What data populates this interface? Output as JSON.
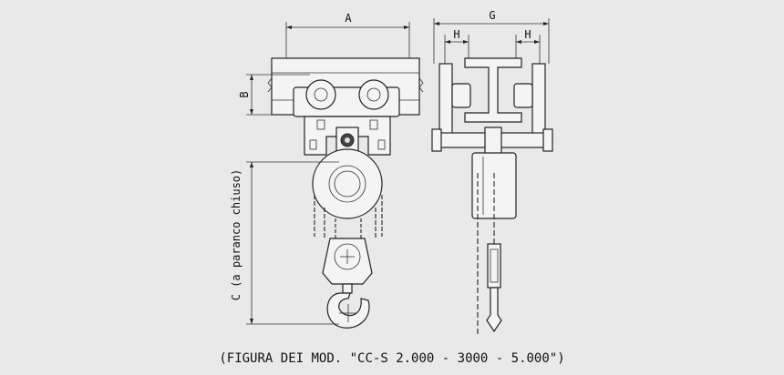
{
  "labels": {
    "dim_a": "A",
    "dim_b": "B",
    "dim_g": "G",
    "dim_h_left": "H",
    "dim_h_right": "H",
    "dim_c": "C (a paranco chiuso)"
  },
  "caption": "(FIGURA DEI MOD. \"CC-S 2.000 - 3000 - 5.000\")"
}
